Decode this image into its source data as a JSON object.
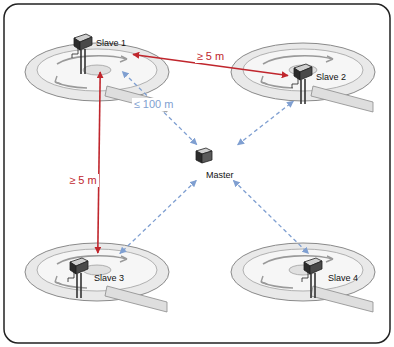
{
  "diagram": {
    "nodes": [
      {
        "text": [
          "Slave 1"
        ]
      },
      {
        "text": [
          "Slave 2"
        ]
      },
      {
        "text": [
          "Slave 3"
        ]
      },
      {
        "text": [
          "Slave 4"
        ]
      },
      {
        "text": [
          "Master"
        ]
      }
    ],
    "edges": [
      {
        "from": 0,
        "to": 1,
        "arrow": "both",
        "label": "≥ 5 m"
      },
      {
        "from": 0,
        "to": 2,
        "arrow": "both",
        "label": "≥ 5 m"
      },
      {
        "from": 4,
        "to": 0,
        "arrow": "both",
        "label": "≤ 100 m"
      },
      {
        "from": 4,
        "to": 1,
        "arrow": "both"
      },
      {
        "from": 4,
        "to": 2,
        "arrow": "both"
      },
      {
        "from": 4,
        "to": 3,
        "arrow": "both"
      }
    ]
  }
}
